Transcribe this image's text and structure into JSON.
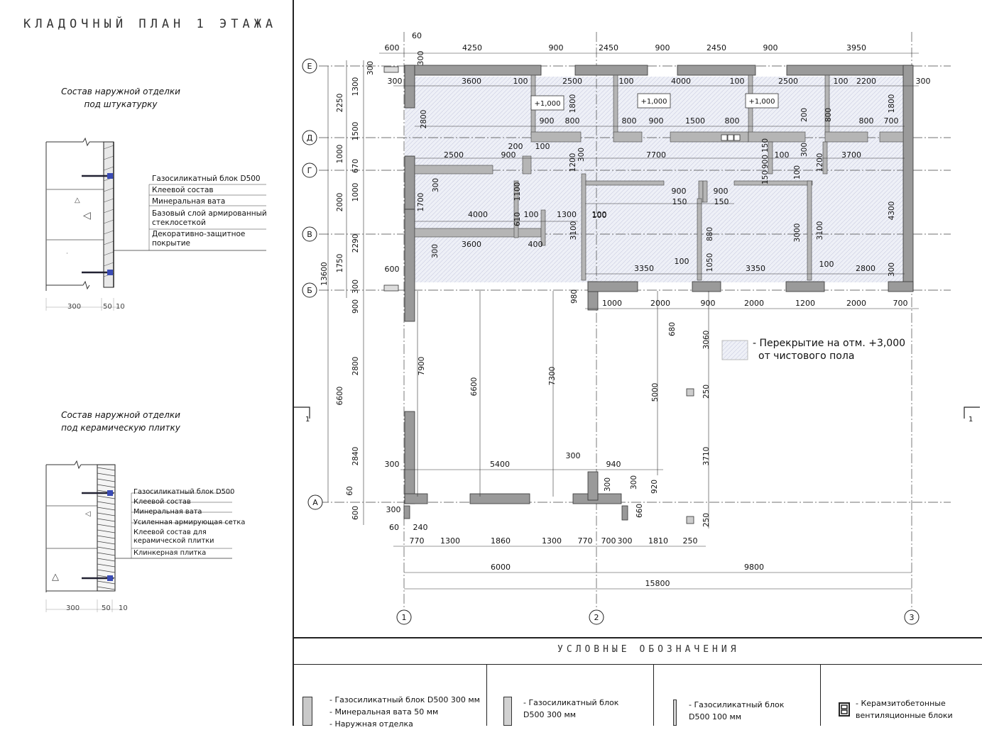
{
  "title": "КЛАДОЧНЫЙ ПЛАН 1 ЭТАЖА",
  "detail1": {
    "title_line1": "Состав наружной отделки",
    "title_line2": "под штукатурку",
    "layers": [
      "Газосиликатный блок D500",
      "Клеевой состав",
      "Минеральная вата",
      "Базовый слой армированный",
      "стеклосеткой",
      "Декоративно-защитное",
      "покрытие"
    ],
    "dims": [
      "300",
      "50",
      "10"
    ]
  },
  "detail2": {
    "title_line1": "Состав наружной отделки",
    "title_line2": "под керамическую плитку",
    "layers": [
      "Газосиликатный блок D500",
      "Клеевой состав",
      "Минеральная вата",
      "Усиленная армирующая сетка",
      "Клеевой состав для",
      "керамической плитки",
      "Клинкерная плитка"
    ],
    "dims": [
      "300",
      "50",
      "10"
    ]
  },
  "plan": {
    "row_axes": [
      "Е",
      "Д",
      "Г",
      "В",
      "Б",
      "А"
    ],
    "col_axes": [
      "1",
      "2",
      "3"
    ],
    "top_dims": [
      "600",
      "60",
      "300",
      "4250",
      "900",
      "2450",
      "900",
      "2450",
      "900",
      "3950"
    ],
    "interior_dims_row1": [
      "300",
      "3600",
      "100",
      "2500",
      "100",
      "4000",
      "100",
      "2500",
      "100",
      "2200",
      "300"
    ],
    "interior_dims_row2": [
      "900",
      "800",
      "800",
      "900",
      "1500",
      "800",
      "800",
      "700"
    ],
    "interior_dims_row3": [
      "2500",
      "900",
      "200",
      "100",
      "7700",
      "100",
      "3700"
    ],
    "interior_dims_row4": [
      "4000",
      "100",
      "1300",
      "100",
      "3600",
      "400"
    ],
    "interior_dims_row5": [
      "900",
      "150",
      "900",
      "150"
    ],
    "interior_dims_row6": [
      "3350",
      "100",
      "3350",
      "100",
      "2800"
    ],
    "below_dims": [
      "1000",
      "2000",
      "900",
      "2000",
      "1200",
      "2000",
      "700"
    ],
    "left_dims": [
      "300",
      "1300",
      "2250",
      "2800",
      "1500",
      "1000",
      "670",
      "1000",
      "2000",
      "1700",
      "2290",
      "1750",
      "13600",
      "300",
      "900",
      "2800",
      "6600",
      "2840",
      "60",
      "600"
    ],
    "vertical_dims": [
      "1800",
      "1800",
      "1200",
      "1200",
      "1100",
      "610",
      "3100",
      "3000",
      "3100",
      "4300",
      "880",
      "1050",
      "300",
      "980",
      "680",
      "3060",
      "7900",
      "6600",
      "7300",
      "5000",
      "250",
      "3710",
      "250",
      "920",
      "660",
      "300",
      "300",
      "200",
      "800",
      "150",
      "900",
      "150",
      "100",
      "300",
      "300",
      "1700",
      "300",
      "300",
      "60"
    ],
    "bottom_dims": [
      "770",
      "1300",
      "1860",
      "1300",
      "770",
      "700",
      "300",
      "1810",
      "250"
    ],
    "bottom_dims2": [
      "6000",
      "9800"
    ],
    "total_dim": "15800",
    "misc_dims": [
      "600",
      "300",
      "300",
      "60",
      "240",
      "300",
      "5400",
      "300",
      "940",
      "300",
      "300",
      "920",
      "660",
      "100",
      "100"
    ],
    "levels": [
      "+1,000",
      "+1,000",
      "+1,000"
    ],
    "section_mark": "1",
    "legend_note_line1": "- Перекрытие на отм. +3,000",
    "legend_note_line2": "от чистового пола"
  },
  "legend": {
    "title": "УСЛОВНЫЕ ОБОЗНАЧЕНИЯ",
    "item1": [
      "- Газосиликатный блок D500 300 мм",
      "- Минеральная вата 50 мм",
      "- Наружная отделка"
    ],
    "item2": [
      "- Газосиликатный блок",
      "D500 300 мм"
    ],
    "item3": [
      "- Газосиликатный блок",
      "D500 100 мм"
    ],
    "item4": [
      "- Керамзитобетонные",
      "вентиляционные блоки"
    ]
  }
}
